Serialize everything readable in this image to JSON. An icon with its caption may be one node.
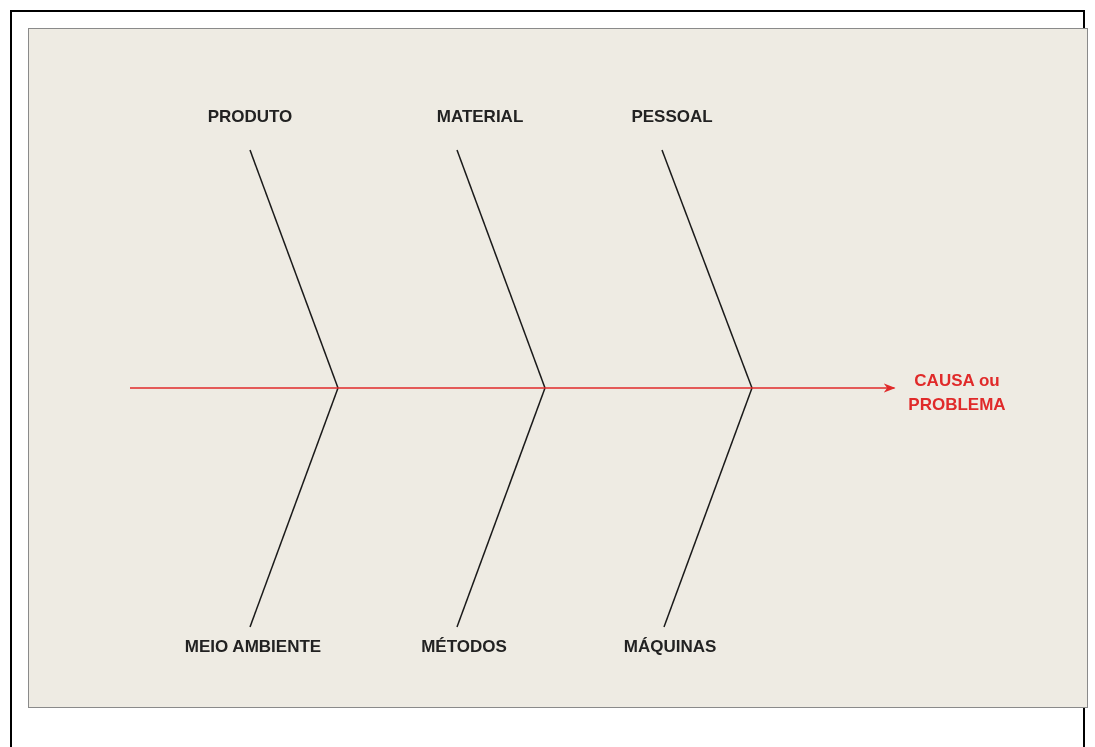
{
  "diagram": {
    "nodes": [
      {
        "text": [
          "PRODUTO"
        ]
      },
      {
        "text": [
          "MATERIAL"
        ]
      },
      {
        "text": [
          "PESSOAL"
        ]
      },
      {
        "text": [
          "MEIO AMBIENTE"
        ]
      },
      {
        "text": [
          "MÉTODOS"
        ]
      },
      {
        "text": [
          "MÁQUINAS"
        ]
      },
      {
        "text": [
          "CAUSA ou PROBLEMA"
        ]
      }
    ],
    "edges": [
      {
        "from": 0,
        "to": null,
        "arrow": "none"
      },
      {
        "from": 1,
        "to": null,
        "arrow": "none"
      },
      {
        "from": 2,
        "to": null,
        "arrow": "none"
      },
      {
        "from": 3,
        "to": null,
        "arrow": "none"
      },
      {
        "from": 4,
        "to": null,
        "arrow": "none"
      },
      {
        "from": 5,
        "to": null,
        "arrow": "none"
      },
      {
        "from": null,
        "to": 6,
        "arrow": "to",
        "color": "#e02a2a"
      }
    ]
  }
}
